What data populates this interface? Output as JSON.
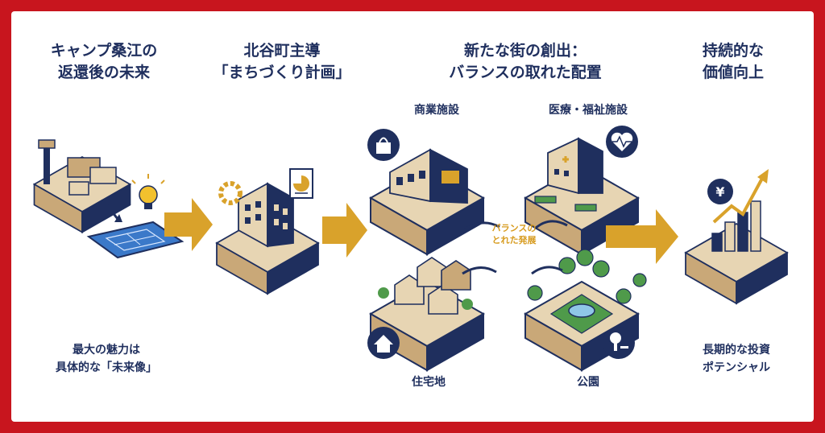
{
  "titles": {
    "step1": [
      "キャンプ桑江の",
      "返還後の未来"
    ],
    "step2": [
      "北谷町主導",
      "「まちづくり計画」"
    ],
    "step3": [
      "新たな街の創出：",
      "バランスの取れた配置"
    ],
    "step4": [
      "持続的な",
      "価値向上"
    ]
  },
  "captions": {
    "step1": [
      "最大の魅力は",
      "具体的な「未来像」"
    ],
    "step4": [
      "長期的な投資",
      "ポテンシャル"
    ]
  },
  "districts": {
    "commercial": "商業施設",
    "medical": "医療・福祉施設",
    "residential": "住宅地",
    "park": "公園"
  },
  "center_tag": [
    "バランスの",
    "とれた発展"
  ],
  "icons": {
    "commercial": "shopping-bag-icon",
    "medical": "heart-pulse-icon",
    "residential": "house-icon",
    "park": "tree-bench-icon",
    "investment": "yen-coin-icon",
    "document": "document-chart-icon",
    "gear": "gear-icon",
    "idea": "lightbulb-icon"
  },
  "colors": {
    "navy": "#1f2f5e",
    "gold": "#d9a22b",
    "tan": "#e7d5b3",
    "green": "#4f9a4a",
    "red_frame": "#c8151e"
  }
}
